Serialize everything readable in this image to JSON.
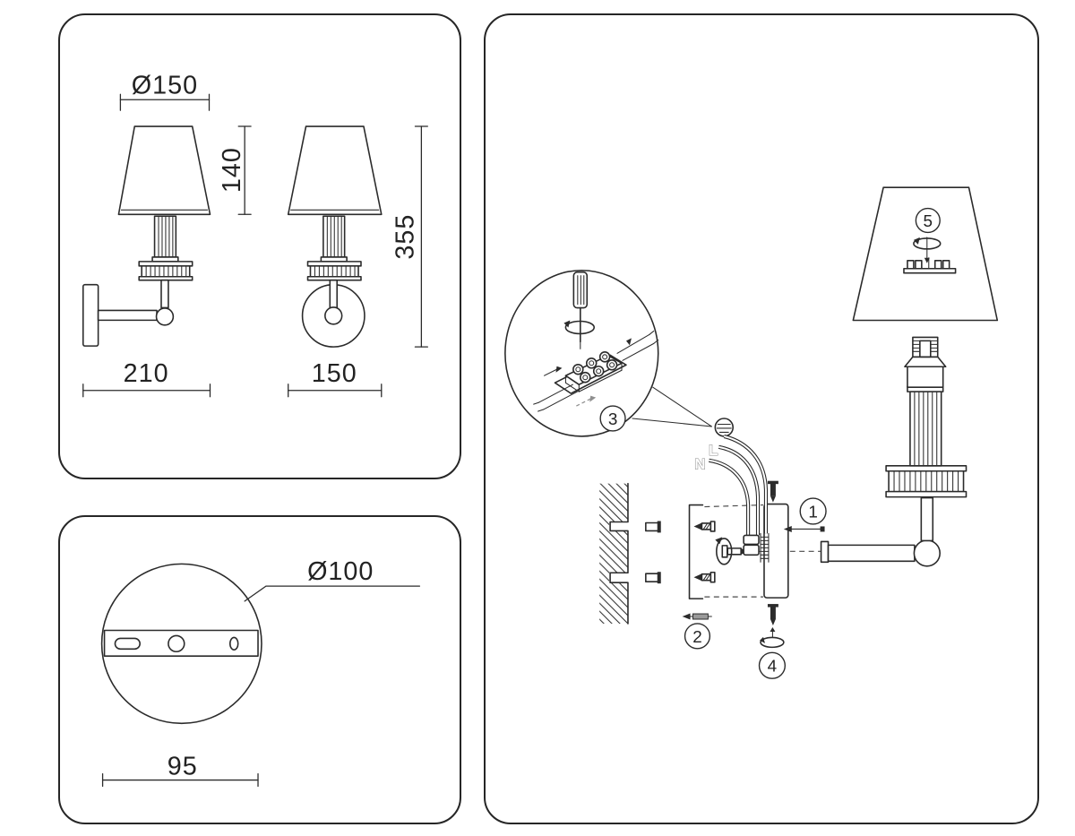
{
  "dimension_panel": {
    "shade_diameter": "Ø150",
    "shade_height": "140",
    "fixture_height": "355",
    "fixture_depth": "210",
    "fixture_width": "150"
  },
  "backplate_panel": {
    "plate_diameter": "Ø100",
    "mount_spacing": "95"
  },
  "assembly_panel": {
    "wire_live": "L",
    "wire_neutral": "N",
    "steps": [
      "1",
      "2",
      "3",
      "4",
      "5"
    ]
  },
  "colors": {
    "line": "#2b2b2b",
    "background": "#ffffff",
    "muted_gray": "#8f8f8f"
  }
}
